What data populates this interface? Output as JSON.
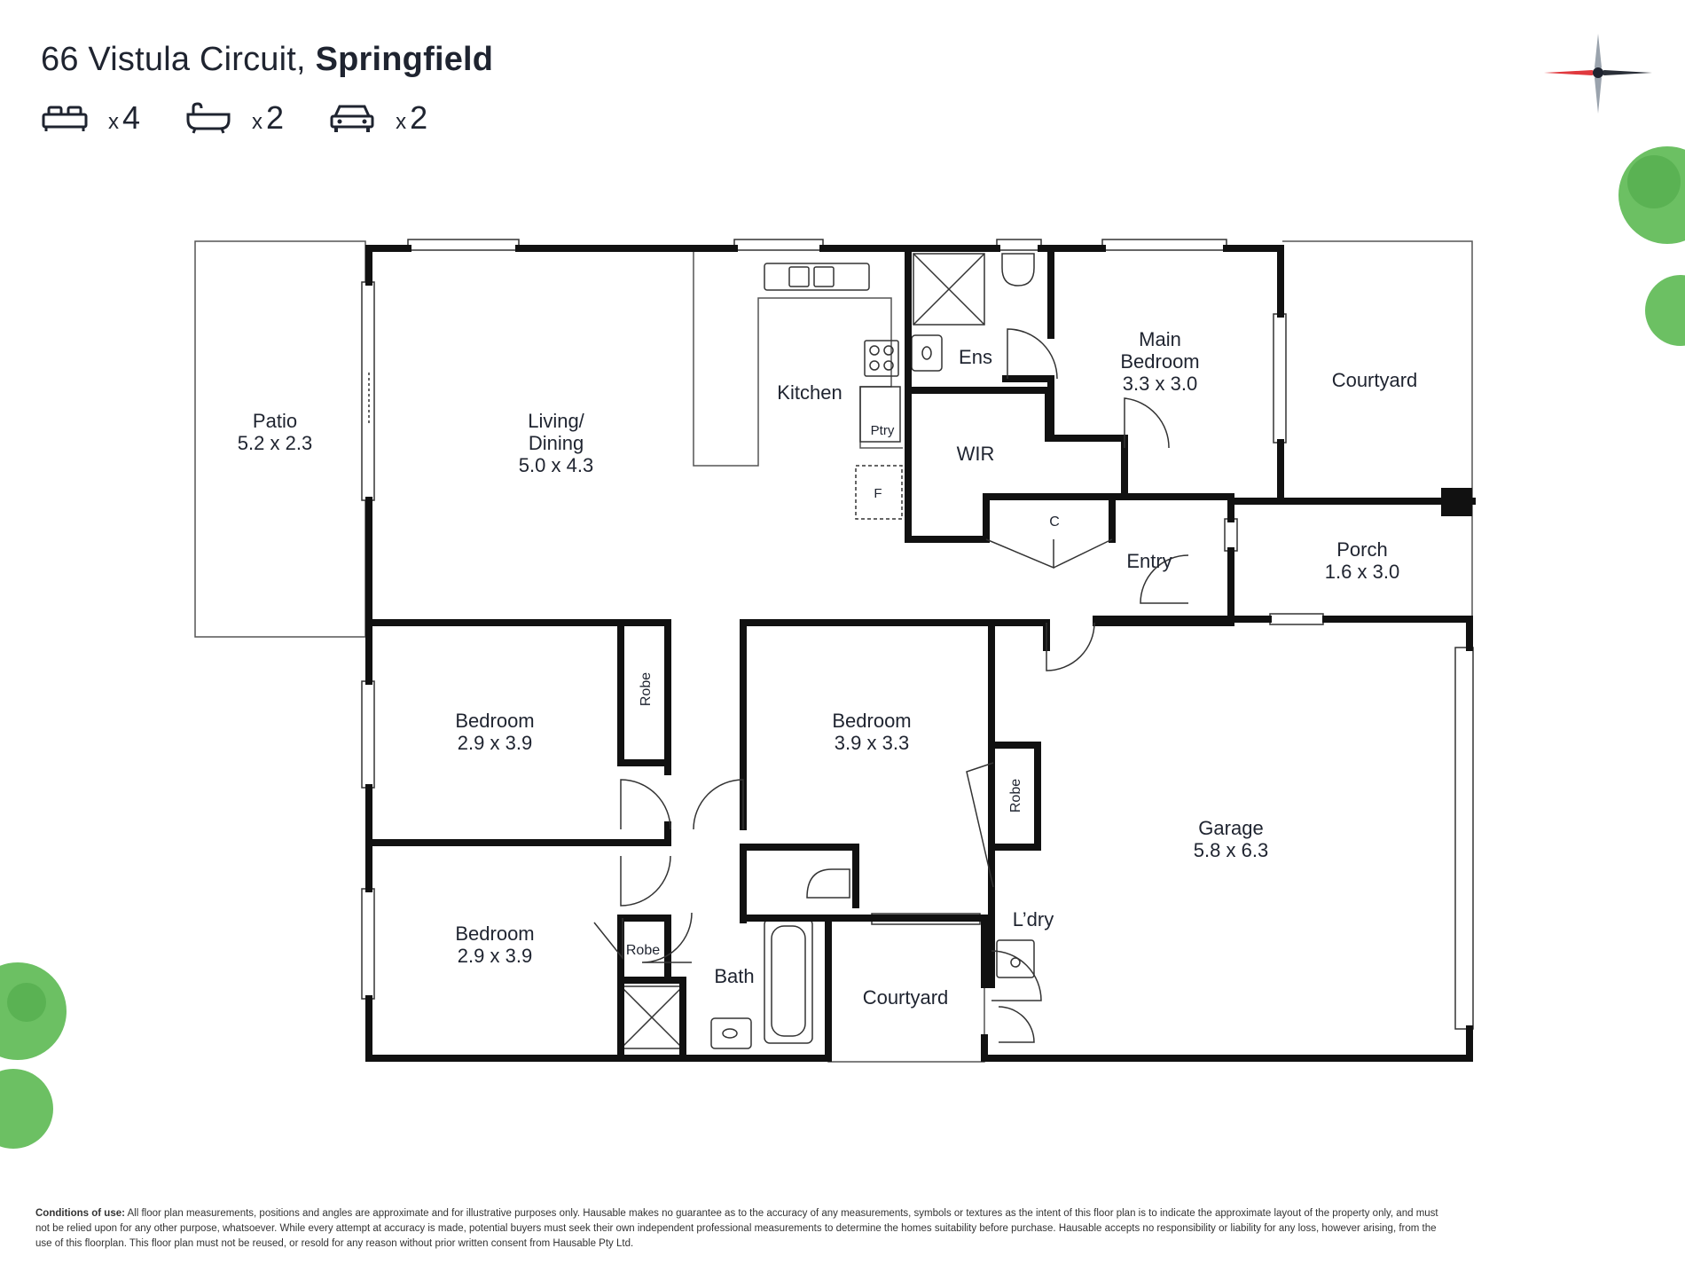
{
  "listing": {
    "street": "66 Vistula Circuit,",
    "suburb": "Springfield"
  },
  "features": [
    {
      "icon": "bed-icon",
      "prefix": "x",
      "count": "4"
    },
    {
      "icon": "bath-icon",
      "prefix": "x",
      "count": "2"
    },
    {
      "icon": "car-icon",
      "prefix": "x",
      "count": "2"
    }
  ],
  "rooms": {
    "patio": {
      "name": "Patio",
      "size": "5.2 x 2.3"
    },
    "living": {
      "name1": "Living/",
      "name2": "Dining",
      "size": "5.0 x 4.3"
    },
    "kitchen": {
      "name": "Kitchen"
    },
    "pantry": {
      "name": "Ptry"
    },
    "fridge": {
      "name": "F"
    },
    "ensuite": {
      "name": "Ens"
    },
    "main_bedroom": {
      "name1": "Main",
      "name2": "Bedroom",
      "size": "3.3 x 3.0"
    },
    "courtyard_east": {
      "name": "Courtyard"
    },
    "wir": {
      "name": "WIR"
    },
    "closet": {
      "name": "C"
    },
    "entry": {
      "name": "Entry"
    },
    "porch": {
      "name": "Porch",
      "size": "1.6 x 3.0"
    },
    "bedroom_1": {
      "name": "Bedroom",
      "size": "2.9 x 3.9"
    },
    "robe_1": {
      "name": "Robe"
    },
    "bedroom_2": {
      "name": "Bedroom",
      "size": "3.9 x 3.3"
    },
    "robe_2": {
      "name": "Robe"
    },
    "garage": {
      "name": "Garage",
      "size": "5.8 x 6.3"
    },
    "bedroom_3": {
      "name": "Bedroom",
      "size": "2.9 x 3.9"
    },
    "robe_3": {
      "name": "Robe"
    },
    "bath": {
      "name": "Bath"
    },
    "laundry": {
      "name": "L’dry"
    },
    "courtyard_south": {
      "name": "Courtyard"
    }
  },
  "colors": {
    "wall": "#111111",
    "text": "#1f2430",
    "compass_red": "#e0393e",
    "tree_green": "#5fb85a"
  },
  "footer": {
    "heading": "Conditions of use:",
    "text": "All floor plan measurements, positions and angles are approximate and for illustrative purposes only. Hausable makes no guarantee as to the accuracy of any measurements, symbols or textures as the intent of this floor plan is to indicate the approximate layout of the property only, and must not be relied upon for any other purpose, whatsoever. While every attempt at accuracy is made, potential buyers must seek their own independent professional measurements to determine the homes suitability before purchase. Hausable accepts no responsibility or liability for any loss, however arising, from the use of this floorplan. This floor plan must not be reused, or resold for any reason without prior written consent from Hausable Pty Ltd."
  }
}
